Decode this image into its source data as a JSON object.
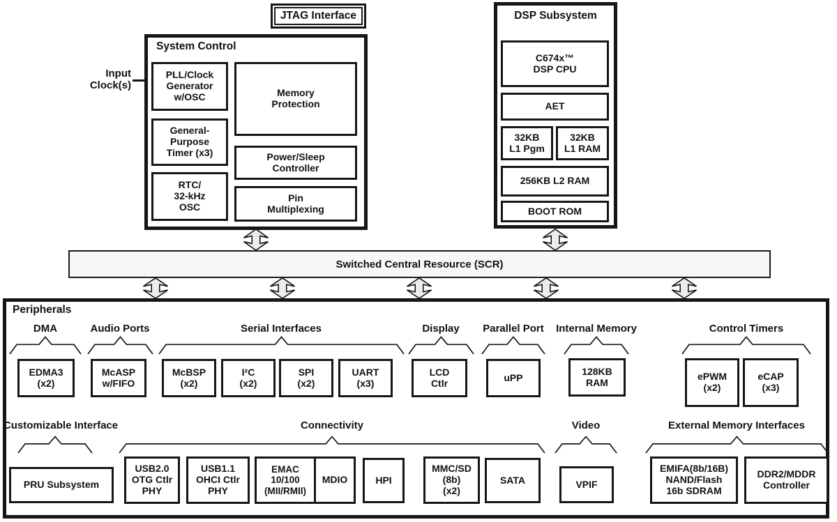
{
  "jtag": {
    "label": "JTAG Interface"
  },
  "input_clock": {
    "label": "Input\nClock(s)"
  },
  "system_control": {
    "title": "System Control",
    "pll": "PLL/Clock\nGenerator\nw/OSC",
    "gpt": "General-\nPurpose\nTimer (x3)",
    "rtc": "RTC/\n32-kHz\nOSC",
    "mem_prot": "Memory\nProtection",
    "power_sleep": "Power/Sleep\nController",
    "pin_mux": "Pin\nMultiplexing"
  },
  "dsp_subsystem": {
    "title": "DSP Subsystem",
    "cpu": "C674x™\nDSP CPU",
    "aet": "AET",
    "l1_pgm": "32KB\nL1 Pgm",
    "l1_ram": "32KB\nL1 RAM",
    "l2_ram": "256KB L2 RAM",
    "boot_rom": "BOOT ROM"
  },
  "scr": {
    "label": "Switched Central Resource (SCR)"
  },
  "peripherals": {
    "title": "Peripherals",
    "group_labels": {
      "dma": "DMA",
      "audio_ports": "Audio Ports",
      "serial_interfaces": "Serial Interfaces",
      "display": "Display",
      "parallel_port": "Parallel Port",
      "internal_memory": "Internal Memory",
      "control_timers": "Control Timers",
      "customizable_interface": "Customizable Interface",
      "connectivity": "Connectivity",
      "video": "Video",
      "external_memory_interfaces": "External Memory Interfaces"
    },
    "boxes": {
      "edma3": "EDMA3\n(x2)",
      "mcasp": "McASP\nw/FIFO",
      "mcbsp": "McBSP\n(x2)",
      "i2c": "I²C\n(x2)",
      "spi": "SPI\n(x2)",
      "uart": "UART\n(x3)",
      "lcd": "LCD\nCtlr",
      "upp": "uPP",
      "ram_128kb": "128KB\nRAM",
      "epwm": "ePWM\n(x2)",
      "ecap": "eCAP\n(x3)",
      "pru": "PRU Subsystem",
      "usb20": "USB2.0\nOTG Ctlr\nPHY",
      "usb11": "USB1.1\nOHCI Ctlr\nPHY",
      "emac": "EMAC\n10/100\n(MII/RMII)",
      "mdio": "MDIO",
      "hpi": "HPI",
      "mmcsd": "MMC/SD\n(8b)\n(x2)",
      "sata": "SATA",
      "vpif": "VPIF",
      "emifa": "EMIFA(8b/16B)\nNAND/Flash\n16b SDRAM",
      "ddr": "DDR2/MDDR\nController"
    }
  },
  "colors": {
    "line": "#161616",
    "arrow_fill": "#ededed",
    "scr_fill": "#f7f7f7"
  }
}
